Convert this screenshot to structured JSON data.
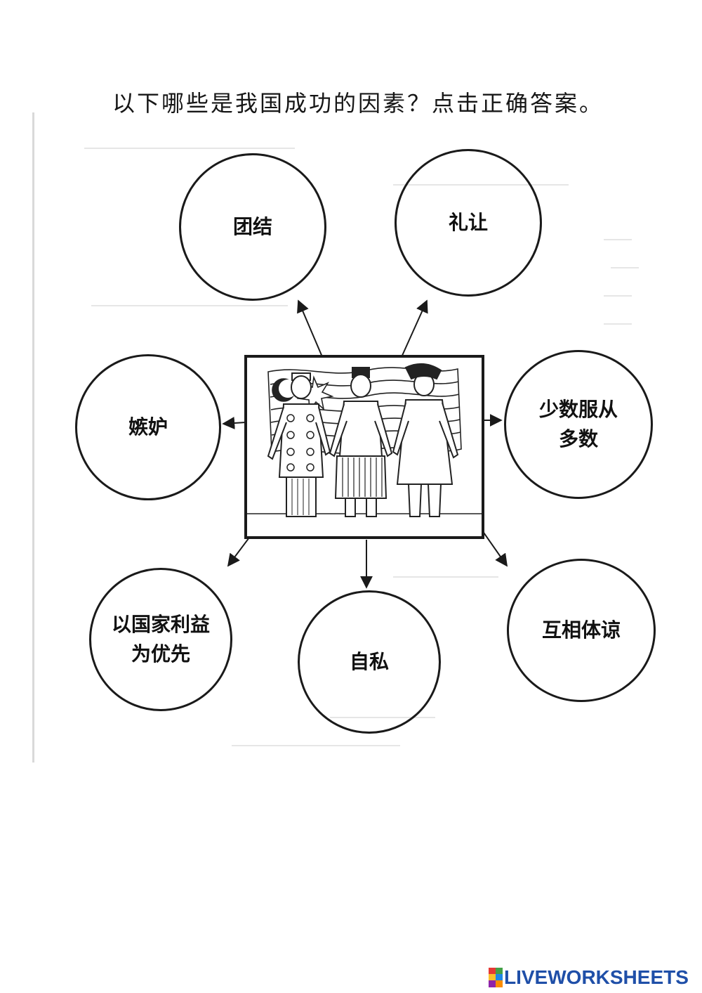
{
  "instruction": "以下哪些是我国成功的因素？点击正确答案。",
  "options": [
    {
      "label": "团结"
    },
    {
      "label": "礼让"
    },
    {
      "label": "嫉妒"
    },
    {
      "label": "少数服从\n多数"
    },
    {
      "label": "以国家利益\n为优先"
    },
    {
      "label": "自私"
    },
    {
      "label": "互相体谅"
    }
  ],
  "picture": {
    "description_icon": "three-people-with-flag-illustration"
  },
  "footer": {
    "logo_text": "LIVEWORKSHEETS",
    "logo_color": "#1f4fa8"
  }
}
